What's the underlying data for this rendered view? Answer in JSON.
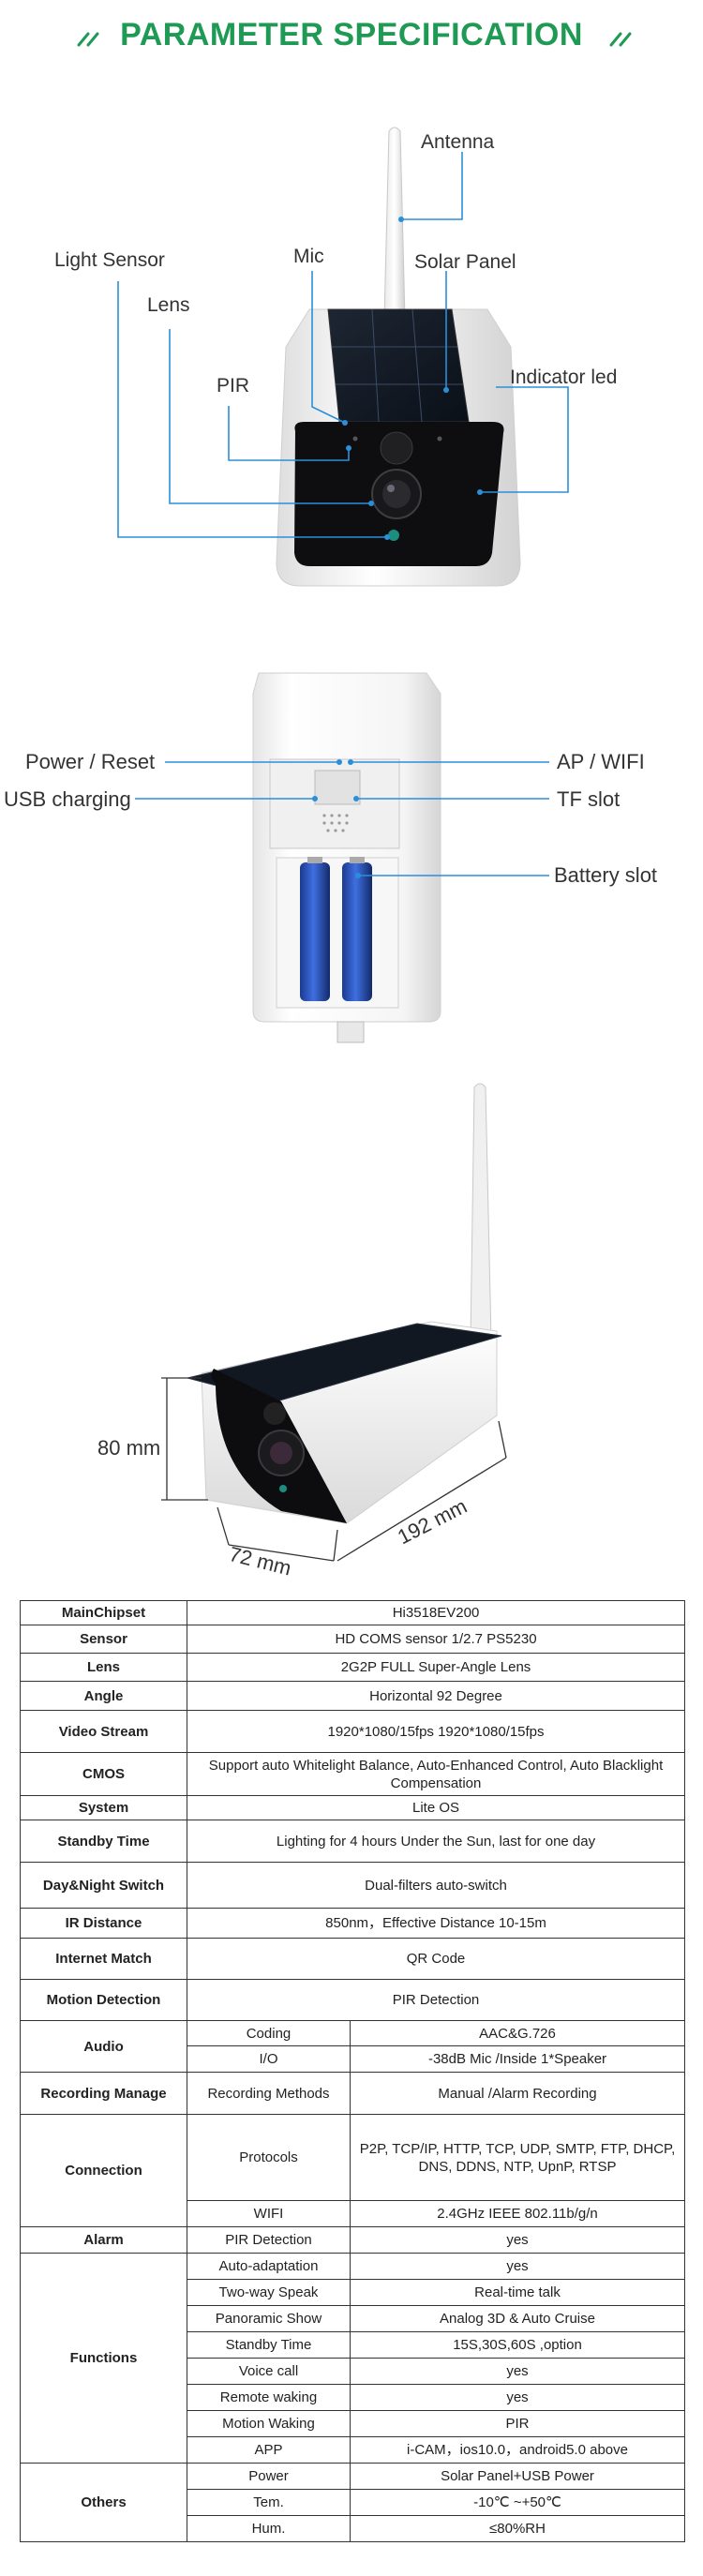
{
  "header": {
    "title": "PARAMETER SPECIFICATION"
  },
  "figure1": {
    "labels": {
      "antenna": "Antenna",
      "light_sensor": "Light Sensor",
      "mic": "Mic",
      "solar_panel": "Solar Panel",
      "lens": "Lens",
      "pir": "PIR",
      "indicator_led": "Indicator led"
    }
  },
  "figure2": {
    "labels": {
      "power_reset": "Power / Reset",
      "ap_wifi": "AP / WIFI",
      "usb_charging": "USB charging",
      "tf_slot": "TF slot",
      "battery_slot": "Battery slot"
    }
  },
  "figure3": {
    "dimensions": {
      "height": "80 mm",
      "depth": "72 mm",
      "length": "192 mm"
    }
  },
  "colors": {
    "accent": "#1f9a55",
    "callout_line": "#2a8fd8"
  },
  "spec_table": {
    "rows": [
      {
        "key": "MainChipset",
        "value": "Hi3518EV200"
      },
      {
        "key": "Sensor",
        "value": "HD COMS sensor 1/2.7 PS5230"
      },
      {
        "key": "Lens",
        "value": "2G2P FULL Super-Angle Lens"
      },
      {
        "key": "Angle",
        "value": "Horizontal 92 Degree"
      },
      {
        "key": "Video Stream",
        "value": "1920*1080/15fps   1920*1080/15fps"
      },
      {
        "key": "CMOS",
        "value": "Support auto Whitelight Balance, Auto-Enhanced Control, Auto Blacklight Compensation"
      },
      {
        "key": "System",
        "value": "Lite OS"
      },
      {
        "key": "Standby Time",
        "value": "Lighting for 4 hours Under the Sun, last for one day"
      },
      {
        "key": "Day&Night Switch",
        "value": "Dual-filters auto-switch"
      },
      {
        "key": "IR Distance",
        "value": "850nm，Effective Distance 10-15m"
      },
      {
        "key": "Internet Match",
        "value": "QR Code"
      },
      {
        "key": "Motion Detection",
        "value": "PIR Detection"
      }
    ],
    "audio": {
      "key": "Audio",
      "sub": [
        {
          "name": "Coding",
          "value": "AAC&G.726"
        },
        {
          "name": "I/O",
          "value": "-38dB Mic /Inside 1*Speaker"
        }
      ]
    },
    "recording": {
      "key": "Recording Manage",
      "name": "Recording Methods",
      "value": "Manual /Alarm Recording"
    },
    "connection": {
      "key": "Connection",
      "sub": [
        {
          "name": "Protocols",
          "value": "P2P, TCP/IP, HTTP, TCP, UDP, SMTP, FTP, DHCP, DNS, DDNS, NTP, UpnP, RTSP"
        },
        {
          "name": "WIFI",
          "value": "2.4GHz IEEE 802.11b/g/n"
        }
      ]
    },
    "alarm": {
      "key": "Alarm",
      "name": "PIR Detection",
      "value": "yes"
    },
    "functions": {
      "key": "Functions",
      "sub": [
        {
          "name": "Auto-adaptation",
          "value": "yes"
        },
        {
          "name": "Two-way Speak",
          "value": "Real-time talk"
        },
        {
          "name": "Panoramic Show",
          "value": "Analog 3D & Auto Cruise"
        },
        {
          "name": "Standby Time",
          "value": "15S,30S,60S ,option"
        },
        {
          "name": "Voice call",
          "value": "yes"
        },
        {
          "name": "Remote waking",
          "value": "yes"
        },
        {
          "name": "Motion Waking",
          "value": "PIR"
        },
        {
          "name": "APP",
          "value": "i-CAM，ios10.0，android5.0 above"
        }
      ]
    },
    "others": {
      "key": "Others",
      "sub": [
        {
          "name": "Power",
          "value": "Solar Panel+USB Power"
        },
        {
          "name": "Tem.",
          "value": "-10℃ ~+50℃"
        },
        {
          "name": "Hum.",
          "value": "≤80%RH"
        }
      ]
    }
  }
}
